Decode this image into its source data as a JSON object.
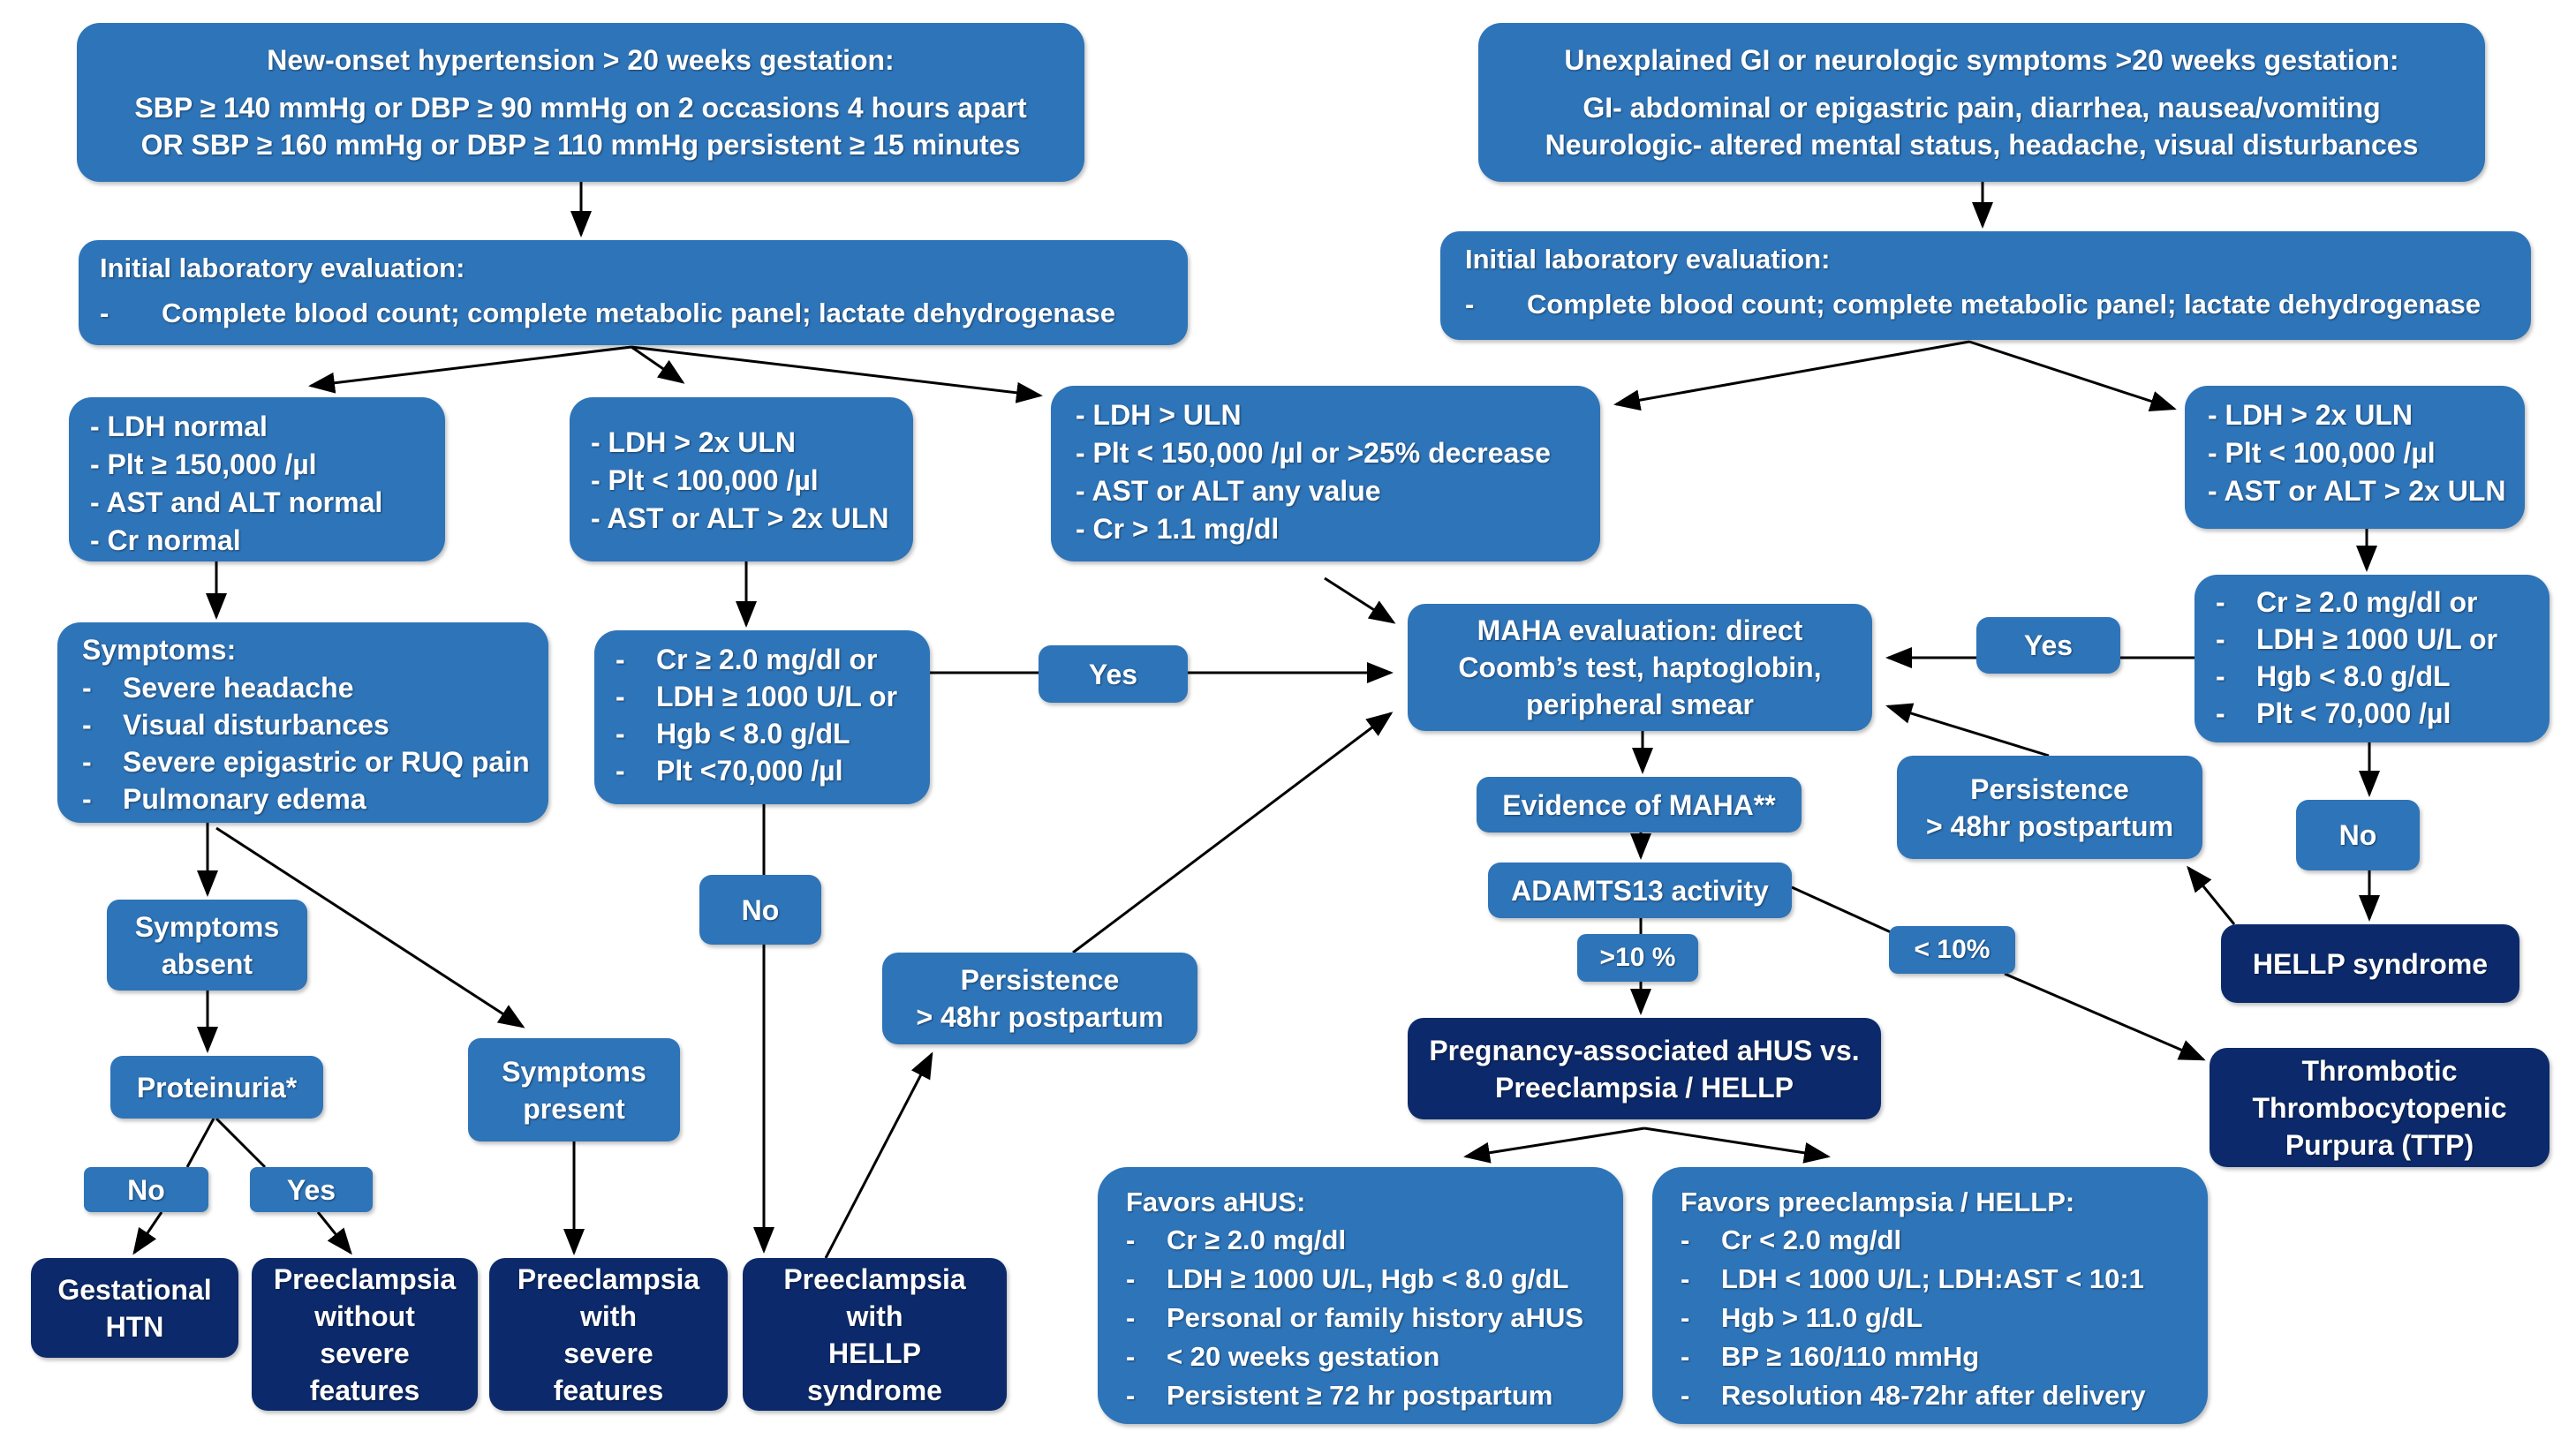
{
  "colors": {
    "light_box": "#2e74b8",
    "dark_box": "#0c2a6b",
    "text": "#ffffff",
    "arrow": "#000000"
  },
  "left_entry": {
    "title": "New-onset hypertension > 20 weeks gestation:",
    "lines": [
      "SBP ≥ 140 mmHg or DBP ≥ 90 mmHg on 2 occasions 4 hours apart",
      "OR  SBP ≥ 160 mmHg or DBP ≥ 110 mmHg  persistent ≥ 15 minutes"
    ]
  },
  "right_entry": {
    "title": "Unexplained GI or neurologic symptoms >20 weeks gestation:",
    "lines": [
      "GI- abdominal or epigastric pain, diarrhea, nausea/vomiting",
      "Neurologic- altered mental status, headache, visual disturbances"
    ]
  },
  "lab_left": {
    "title": "Initial laboratory evaluation:",
    "dash": "-",
    "item": "Complete blood count; complete metabolic panel; lactate dehydrogenase"
  },
  "lab_right": {
    "title": "Initial laboratory evaluation:",
    "dash": "-",
    "item": "Complete blood count; complete metabolic panel; lactate dehydrogenase"
  },
  "ldh_normal": [
    "- LDH normal",
    "- Plt ≥ 150,000 /µl",
    "- AST and ALT normal",
    "- Cr normal"
  ],
  "ldh_2x_left": [
    "- LDH > 2x  ULN",
    "- Plt < 100,000 /µl",
    "- AST or ALT > 2x ULN"
  ],
  "ldh_uln": [
    "- LDH > ULN",
    "- Plt < 150,000 /µl or >25% decrease",
    "- AST or ALT any value",
    "- Cr > 1.1 mg/dl"
  ],
  "ldh_2x_right": [
    "- LDH > 2x  ULN",
    "- Plt < 100,000 /µl",
    "- AST or ALT > 2x ULN"
  ],
  "symptoms": {
    "title": "Symptoms:",
    "items": [
      "Severe headache",
      "Visual disturbances",
      "Severe epigastric or RUQ pain",
      "Pulmonary edema"
    ]
  },
  "severe_labs_left": [
    "Cr ≥ 2.0 mg/dl or",
    "LDH ≥ 1000 U/L or",
    "Hgb < 8.0 g/dL",
    "Plt <70,000 /µl"
  ],
  "severe_labs_right": [
    "Cr ≥ 2.0 mg/dl or",
    "LDH ≥ 1000 U/L or",
    "Hgb < 8.0 g/dL",
    "Plt < 70,000 /µl"
  ],
  "labels": {
    "yes_left": "Yes",
    "yes_right": "Yes",
    "no_middle": "No",
    "no_right": "No",
    "no_proteinuria": "No",
    "yes_proteinuria": "Yes",
    "gt10": ">10 %",
    "lt10": "< 10%"
  },
  "maha_eval": [
    "MAHA evaluation: direct",
    "Coomb’s test, haptoglobin,",
    "peripheral smear"
  ],
  "evidence_maha": "Evidence of MAHA**",
  "adamts13": "ADAMTS13 activity",
  "persistence_right": [
    "Persistence",
    "> 48hr postpartum"
  ],
  "persistence_middle": [
    "Persistence",
    "> 48hr postpartum"
  ],
  "symptoms_absent": [
    "Symptoms",
    "absent"
  ],
  "symptoms_present": [
    "Symptoms",
    "present"
  ],
  "proteinuria": "Proteinuria*",
  "outcomes": {
    "hellp": "HELLP syndrome",
    "paahus": [
      "Pregnancy-associated aHUS vs.",
      "Preeclampsia / HELLP"
    ],
    "ttp": [
      "Thrombotic",
      "Thrombocytopenic",
      "Purpura (TTP)"
    ],
    "gestational_htn": [
      "Gestational",
      "HTN"
    ],
    "pre_without": [
      "Preeclampsia",
      "without",
      "severe",
      "features"
    ],
    "pre_with_severe": [
      "Preeclampsia",
      "with",
      "severe",
      "features"
    ],
    "pre_hellp": [
      "Preeclampsia",
      "with",
      "HELLP",
      "syndrome"
    ]
  },
  "favors_ahus": {
    "title": "Favors aHUS:",
    "items": [
      "Cr ≥ 2.0 mg/dl",
      "LDH ≥ 1000 U/L,  Hgb < 8.0 g/dL",
      "Personal or family history aHUS",
      "< 20 weeks gestation",
      "Persistent ≥ 72 hr postpartum"
    ]
  },
  "favors_pre": {
    "title": "Favors preeclampsia / HELLP:",
    "items": [
      "Cr < 2.0 mg/dl",
      "LDH < 1000 U/L; LDH:AST < 10:1",
      "Hgb > 11.0 g/dL",
      "BP ≥ 160/110 mmHg",
      "Resolution 48-72hr after delivery"
    ]
  }
}
